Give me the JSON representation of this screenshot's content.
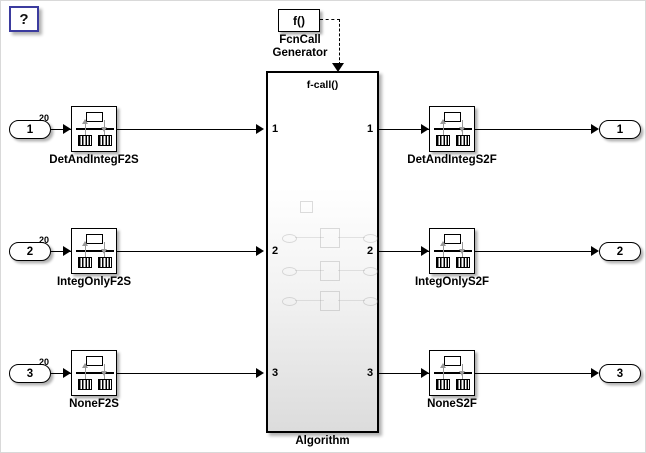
{
  "diagram": {
    "title": "Algorithm",
    "help_badge": "?",
    "accent_color": "#3b3b9e",
    "line_color": "#000000",
    "canvas_color": "#ffffff"
  },
  "fcn_call_generator": {
    "block_text": "f()",
    "caption_line1": "FcnCall",
    "caption_line2": "Generator",
    "connector_style": "dashed"
  },
  "algorithm": {
    "label": "Algorithm",
    "trigger_text": "f-call()",
    "input_ports": [
      "1",
      "2",
      "3"
    ],
    "output_ports": [
      "1",
      "2",
      "3"
    ]
  },
  "rows": [
    {
      "inport_label": "1",
      "signal_dimension": "20",
      "f2s_block": "DetAndIntegF2S",
      "s2f_block": "DetAndIntegS2F",
      "outport_label": "1"
    },
    {
      "inport_label": "2",
      "signal_dimension": "20",
      "f2s_block": "IntegOnlyF2S",
      "s2f_block": "IntegOnlyS2F",
      "outport_label": "2"
    },
    {
      "inport_label": "3",
      "signal_dimension": "20",
      "f2s_block": "NoneF2S",
      "s2f_block": "NoneS2F",
      "outport_label": "3"
    }
  ]
}
